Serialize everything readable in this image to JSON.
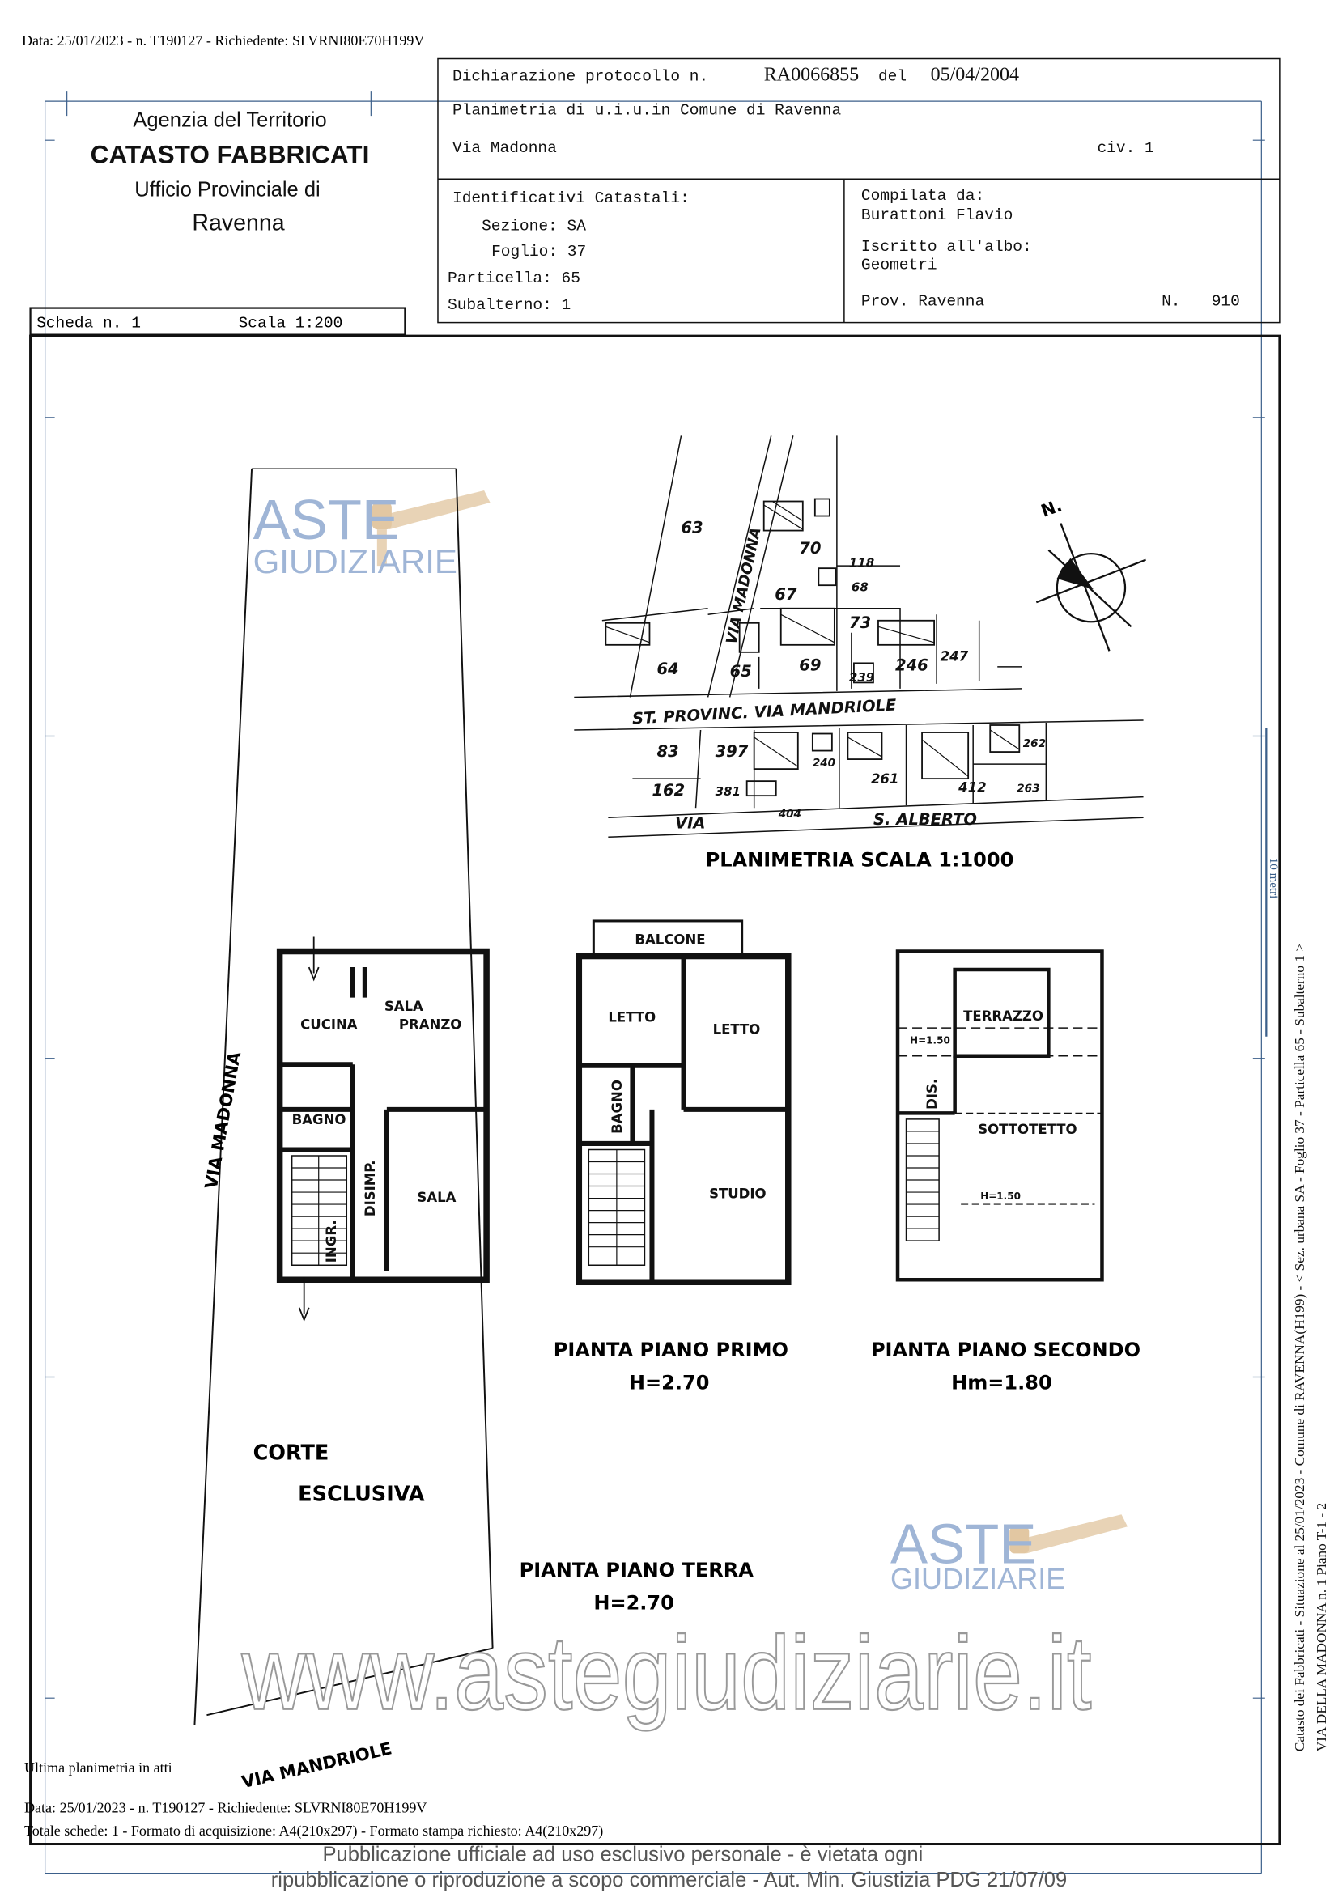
{
  "top_header": "Data: 25/01/2023 - n. T190127 - Richiedente: SLVRNI80E70H199V",
  "agency": {
    "line1": "Agenzia del Territorio",
    "line2": "CATASTO FABBRICATI",
    "line3": "Ufficio Provinciale di",
    "line4": "Ravenna"
  },
  "declaration": {
    "label": "Dichiarazione protocollo n.",
    "number": "RA0066855",
    "del_label": "del",
    "date": "05/04/2004",
    "planimetria": "Planimetria di u.i.u.in Comune di Ravenna",
    "street": "Via Madonna",
    "civ": "civ. 1"
  },
  "identifiers": {
    "title": "Identificativi Catastali:",
    "sezione": "Sezione: SA",
    "foglio": "Foglio: 37",
    "particella": "Particella: 65",
    "subalterno": "Subalterno: 1"
  },
  "compiler": {
    "label": "Compilata da:",
    "name": "Burattoni Flavio",
    "albo_label": "Iscritto all'albo:",
    "albo": "Geometri",
    "prov": "Prov. Ravenna",
    "n_label": "N.",
    "n": "910"
  },
  "scheda": {
    "label": "Scheda n. 1",
    "scala": "Scala 1:200"
  },
  "site_plan": {
    "title": "PLANIMETRIA  SCALA  1:1000",
    "north": "N.",
    "streets": [
      "VIA MADONNA",
      "ST. PROVINC.  VIA  MANDRIOLE",
      "VIA",
      "S. ALBERTO"
    ],
    "parcels": [
      "63",
      "70",
      "118",
      "68",
      "67",
      "73",
      "64",
      "65",
      "69",
      "239",
      "246",
      "247",
      "83",
      "397",
      "162",
      "381",
      "240",
      "261",
      "412",
      "262",
      "263",
      "404"
    ]
  },
  "ground_floor": {
    "rooms": [
      "CUCINA",
      "SALA",
      "PRANZO",
      "BAGNO",
      "DISIMP.",
      "SALA",
      "INGR."
    ],
    "title": "PIANTA PIANO TERRA",
    "height": "H=2.70",
    "corte1": "CORTE",
    "corte2": "ESCLUSIVA",
    "street_left": "VIA MADONNA",
    "street_bottom": "VIA MANDRIOLE"
  },
  "first_floor": {
    "rooms": [
      "BALCONE",
      "LETTO",
      "LETTO",
      "BAGNO",
      "STUDIO"
    ],
    "title": "PIANTA PIANO PRIMO",
    "height": "H=2.70"
  },
  "second_floor": {
    "rooms": [
      "TERRAZZO",
      "H=1.50",
      "DIS.",
      "SOTTOTETTO",
      "H=1.50"
    ],
    "title": "PIANTA PIANO SECONDO",
    "height": "Hm=1.80"
  },
  "scale_bar": "10 metri",
  "watermark": {
    "aste": "ASTE",
    "giudiziarie": "GIUDIZIARIE",
    "url": "www.astegiudiziarie.it"
  },
  "side_text": {
    "line1": "Catasto dei Fabbricati - Situazione al 25/01/2023 - Comune di RAVENNA(H199) - < Sez. urbana SA - Foglio 37 - Particella 65 - Subalterno 1 >",
    "line2": "VIA DELLA MADONNA n. 1 Piano T-1 - 2"
  },
  "footer": {
    "ultima": "Ultima planimetria in atti",
    "data": "Data: 25/01/2023 - n. T190127 - Richiedente: SLVRNI80E70H199V",
    "totale": "Totale schede: 1 - Formato di acquisizione: A4(210x297) - Formato stampa richiesto: A4(210x297)",
    "disclaimer1": "Pubblicazione ufficiale ad uso esclusivo personale - è vietata ogni",
    "disclaimer2": "ripubblicazione o riproduzione a scopo commerciale - Aut. Min. Giustizia PDG 21/07/09"
  },
  "colors": {
    "ink": "#111111",
    "frame_blue": "#3b5f8a",
    "watermark_blue": "#7f9cc4",
    "gavel": "#d9b98f"
  }
}
